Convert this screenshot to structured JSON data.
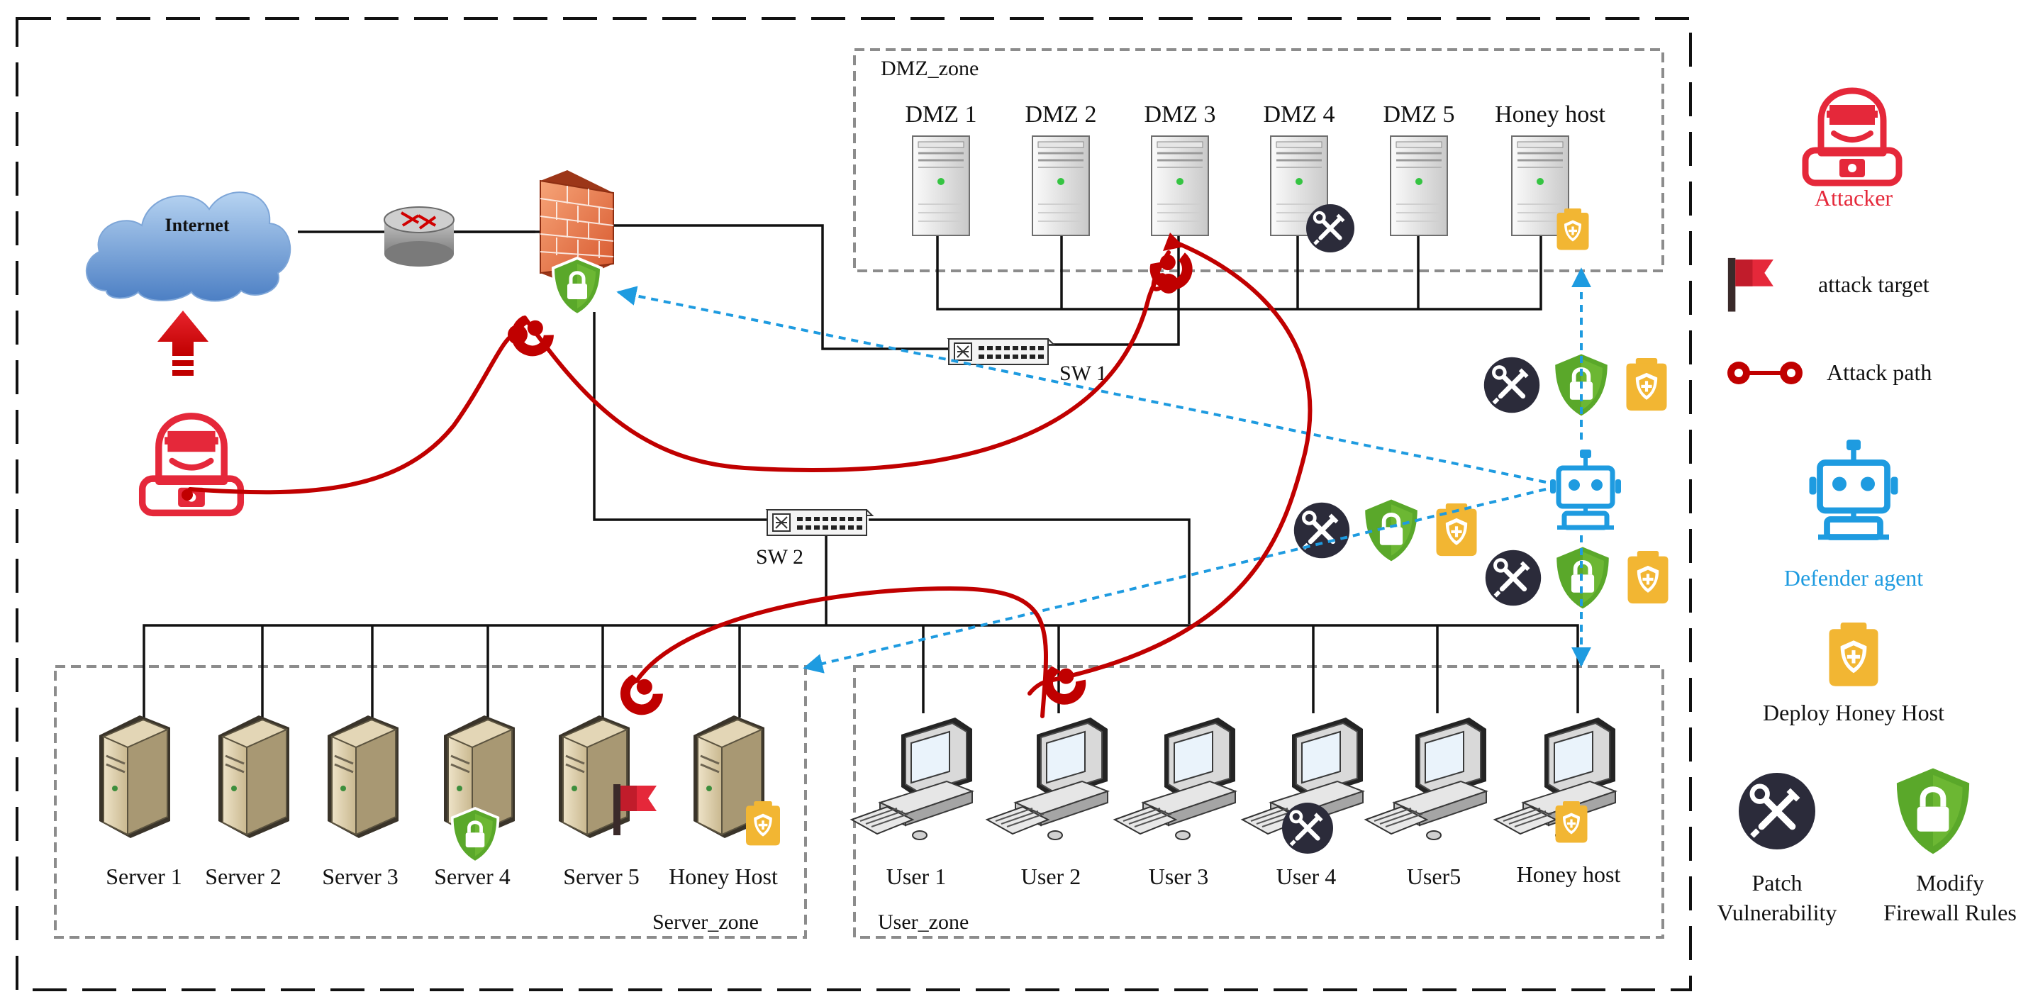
{
  "network": {
    "internet_label": "Internet",
    "dmz_zone_label": "DMZ_zone",
    "server_zone_label": "Server_zone",
    "user_zone_label": "User_zone",
    "sw1_label": "SW 1",
    "sw2_label": "SW 2",
    "dmz_hosts": [
      "DMZ 1",
      "DMZ 2",
      "DMZ 3",
      "DMZ 4",
      "DMZ 5",
      "Honey host"
    ],
    "servers": [
      "Server 1",
      "Server 2",
      "Server 3",
      "Server 4",
      "Server 5",
      "Honey Host"
    ],
    "users": [
      "User 1",
      "User 2",
      "User 3",
      "User 4",
      "User5",
      "Honey host"
    ]
  },
  "legend": {
    "attacker": "Attacker",
    "attack_target": "attack target",
    "attack_path": "Attack path",
    "defender_agent": "Defender agent",
    "deploy_honey_host": "Deploy Honey Host",
    "patch_vulnerability_line1": "Patch",
    "patch_vulnerability_line2": "Vulnerability",
    "modify_firewall_line1": "Modify",
    "modify_firewall_line2": "Firewall Rules"
  },
  "colors": {
    "attack_red": "#c00000",
    "attacker_red": "#e5283a",
    "defender_blue": "#1e9be0",
    "shield_green": "#5aa82a",
    "honey_yellow": "#f2b633",
    "patch_dark": "#2b2b3a"
  }
}
